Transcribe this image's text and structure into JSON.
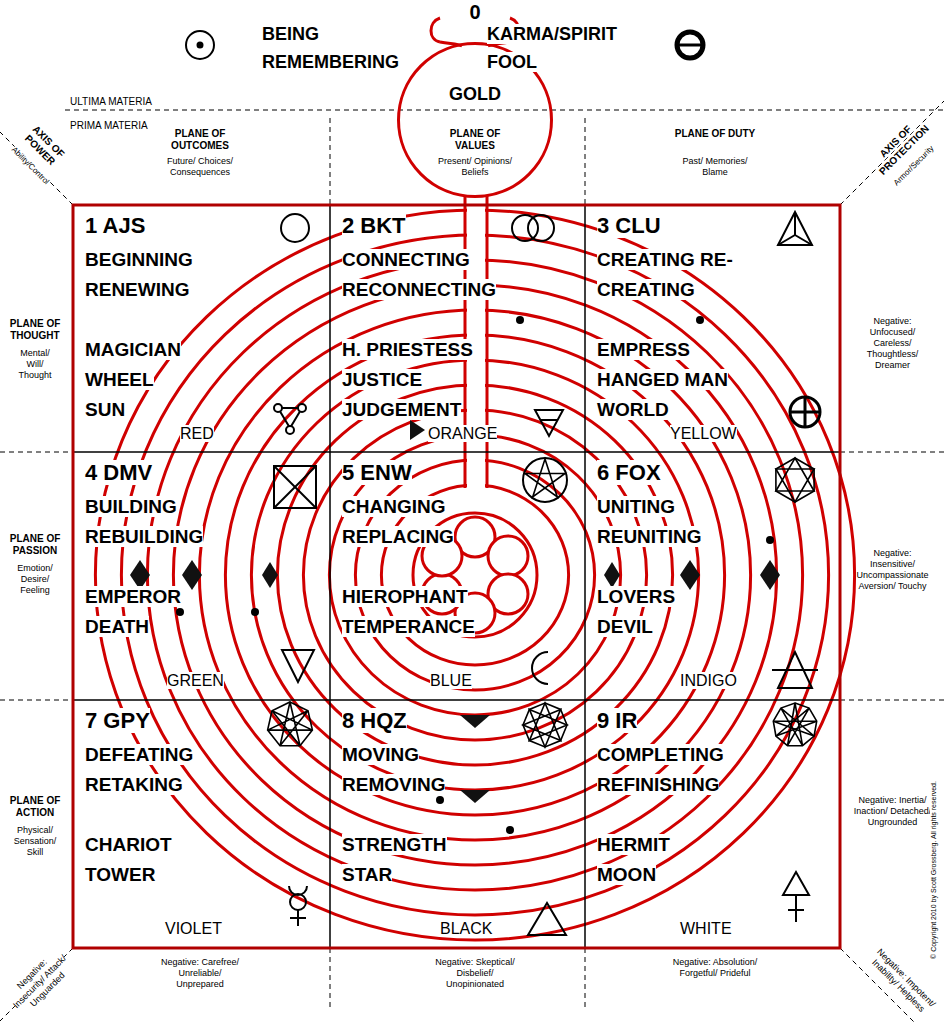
{
  "diagram": {
    "nodes": [
      {
        "text": [
          "GOLD"
        ]
      },
      {
        "text": [
          "1 AJS",
          "BEGINNING RENEWING",
          "MAGICIAN WHEEL SUN",
          "RED"
        ]
      },
      {
        "text": [
          "2 BKT",
          "CONNECTING RECONNECTING",
          "H. PRIESTESS JUSTICE JUDGEMENT",
          "ORANGE"
        ]
      },
      {
        "text": [
          "3 CLU",
          "CREATING RE-CREATING",
          "EMPRESS HANGED MAN WORLD",
          "YELLOW"
        ]
      },
      {
        "text": [
          "4 DMV",
          "BUILDING REBUILDING",
          "EMPEROR DEATH",
          "GREEN"
        ]
      },
      {
        "text": [
          "5 ENW",
          "CHANGING REPLACING",
          "HIEROPHANT TEMPERANCE",
          "BLUE"
        ]
      },
      {
        "text": [
          "6 FOX",
          "UNITING REUNITING",
          "LOVERS DEVIL",
          "INDIGO"
        ]
      },
      {
        "text": [
          "7 GPY",
          "DEFEATING RETAKING",
          "CHARIOT TOWER",
          "VIOLET"
        ]
      },
      {
        "text": [
          "8 HQZ",
          "MOVING REMOVING",
          "STRENGTH STAR",
          "BLACK"
        ]
      },
      {
        "text": [
          "9 IR",
          "COMPLETING REFINISHING",
          "HERMIT MOON",
          "WHITE"
        ]
      }
    ],
    "labels": [
      "0",
      "BEING REMEMBERING",
      "KARMA/SPIRIT FOOL",
      "ULTIMA MATERIA",
      "PRIMA MATERIA",
      "PLANE OF OUTCOMES",
      "Future/ Choices/ Consequences",
      "PLANE OF VALUES",
      "Present/ Opinions/ Beliefs",
      "PLANE OF DUTY",
      "Past/ Memories/ Blame",
      "AXIS OF POWER",
      "Ability/Control",
      "AXIS OF PROTECTION",
      "Armor/Security",
      "PLANE OF THOUGHT",
      "Mental/ Will/ Thought",
      "PLANE OF PASSION",
      "Emotion/ Desire/ Feeling",
      "PLANE OF ACTION",
      "Physical/ Sensation/ Skill",
      "Negative: Unfocused/ Careless/ Thoughtless/ Dreamer",
      "Negative: Insensitive/ Uncompassionate Aversion/ Touchy",
      "Negative: Inertia/ Inaction/ Detached/ Ungrounded",
      "Negative: Carefree/ Unreliable/ Unprepared",
      "Negative: Skeptical/ Disbelief/ Unopinionated",
      "Negative: Absolution/ Forgetful/ Prideful",
      "Negative: Insecurity/ Attack/ Unguarded",
      "Negative: Impotent/ Inability/ Helpless",
      "© Copyright 2010 by Scott Grossberg. All rights reserved."
    ]
  }
}
